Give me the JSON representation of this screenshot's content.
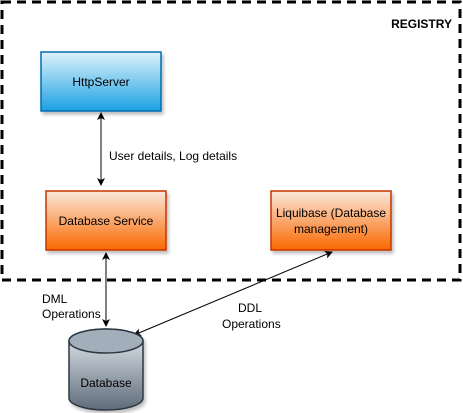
{
  "registry": {
    "label": "REGISTRY"
  },
  "nodes": {
    "http_server": {
      "label": "HttpServer"
    },
    "database_service": {
      "label": "Database Service"
    },
    "liquibase": {
      "line1": "Liquibase (Database",
      "line2": "management)"
    },
    "database": {
      "label": "Database"
    }
  },
  "edges": {
    "http_db_service": {
      "label": "User details, Log details"
    },
    "db_service_database": {
      "line1": "DML",
      "line2": "Operations"
    },
    "liquibase_database": {
      "line1": "DDL",
      "line2": "Operations"
    }
  },
  "colors": {
    "http_gradient_top": "#dff2fb",
    "http_gradient_bottom": "#1ba1e2",
    "http_stroke": "#006eaf",
    "orange_gradient_top": "#fbe8dc",
    "orange_gradient_bottom": "#fa6800",
    "orange_stroke": "#c73500",
    "db_gradient_top": "#dde6ee",
    "db_gradient_bottom": "#5e6b7a",
    "db_stroke": "#2f3742"
  },
  "icons": {
    "database_shape": "database-cylinder-icon",
    "arrow_head": "arrowhead-icon"
  }
}
